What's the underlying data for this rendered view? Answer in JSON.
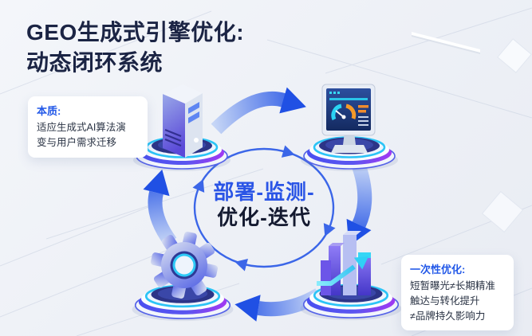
{
  "title": {
    "line1": "GEO生成式引擎优化:",
    "line2": "动态闭环系统"
  },
  "center_cycle": {
    "line1": "部署-监测-",
    "line2": "优化-迭代"
  },
  "callouts": {
    "essence": {
      "label": "本质:",
      "lines": [
        "适应生成式AI算法演",
        "变与用户需求迁移"
      ]
    },
    "one_time": {
      "label": "一次性优化:",
      "lines": [
        "短暂曝光≠长期精准",
        "触达与转化提升",
        "≠品牌持久影响力"
      ]
    }
  },
  "nodes": [
    {
      "id": "deploy",
      "icon": "server-icon",
      "position": "top-left"
    },
    {
      "id": "monitor",
      "icon": "dashboard-monitor-icon",
      "position": "top-right"
    },
    {
      "id": "iterate",
      "icon": "bar-chart-growth-icon",
      "position": "bottom-right"
    },
    {
      "id": "optimize",
      "icon": "gear-icon",
      "position": "bottom-left"
    }
  ],
  "flow": {
    "direction": "clockwise",
    "arrows": [
      "deploy→monitor",
      "monitor→iterate",
      "iterate→optimize",
      "optimize→deploy"
    ]
  },
  "colors": {
    "title_navy": "#1b2444",
    "accent_blue": "#2b55e6",
    "arrow_deep_blue": "#2050e4",
    "arrow_light_blue": "#c6d6f6",
    "cycle_ring_blue": "#3b66e8",
    "platform_cyan": "#2cc4f6",
    "platform_purple": "#a238f2",
    "gauge_orange": "#f59a28",
    "background": "#edf0f6"
  }
}
